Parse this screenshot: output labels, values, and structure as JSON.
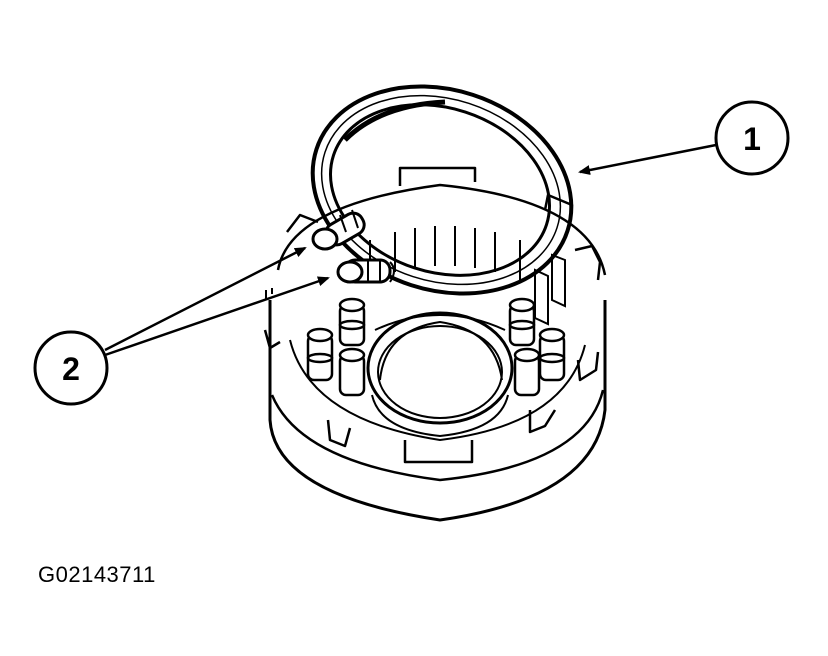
{
  "figure": {
    "id_label": "G02143711"
  },
  "callouts": [
    {
      "number": "1"
    },
    {
      "number": "2"
    }
  ],
  "colors": {
    "line": "#000000",
    "background": "#ffffff"
  }
}
